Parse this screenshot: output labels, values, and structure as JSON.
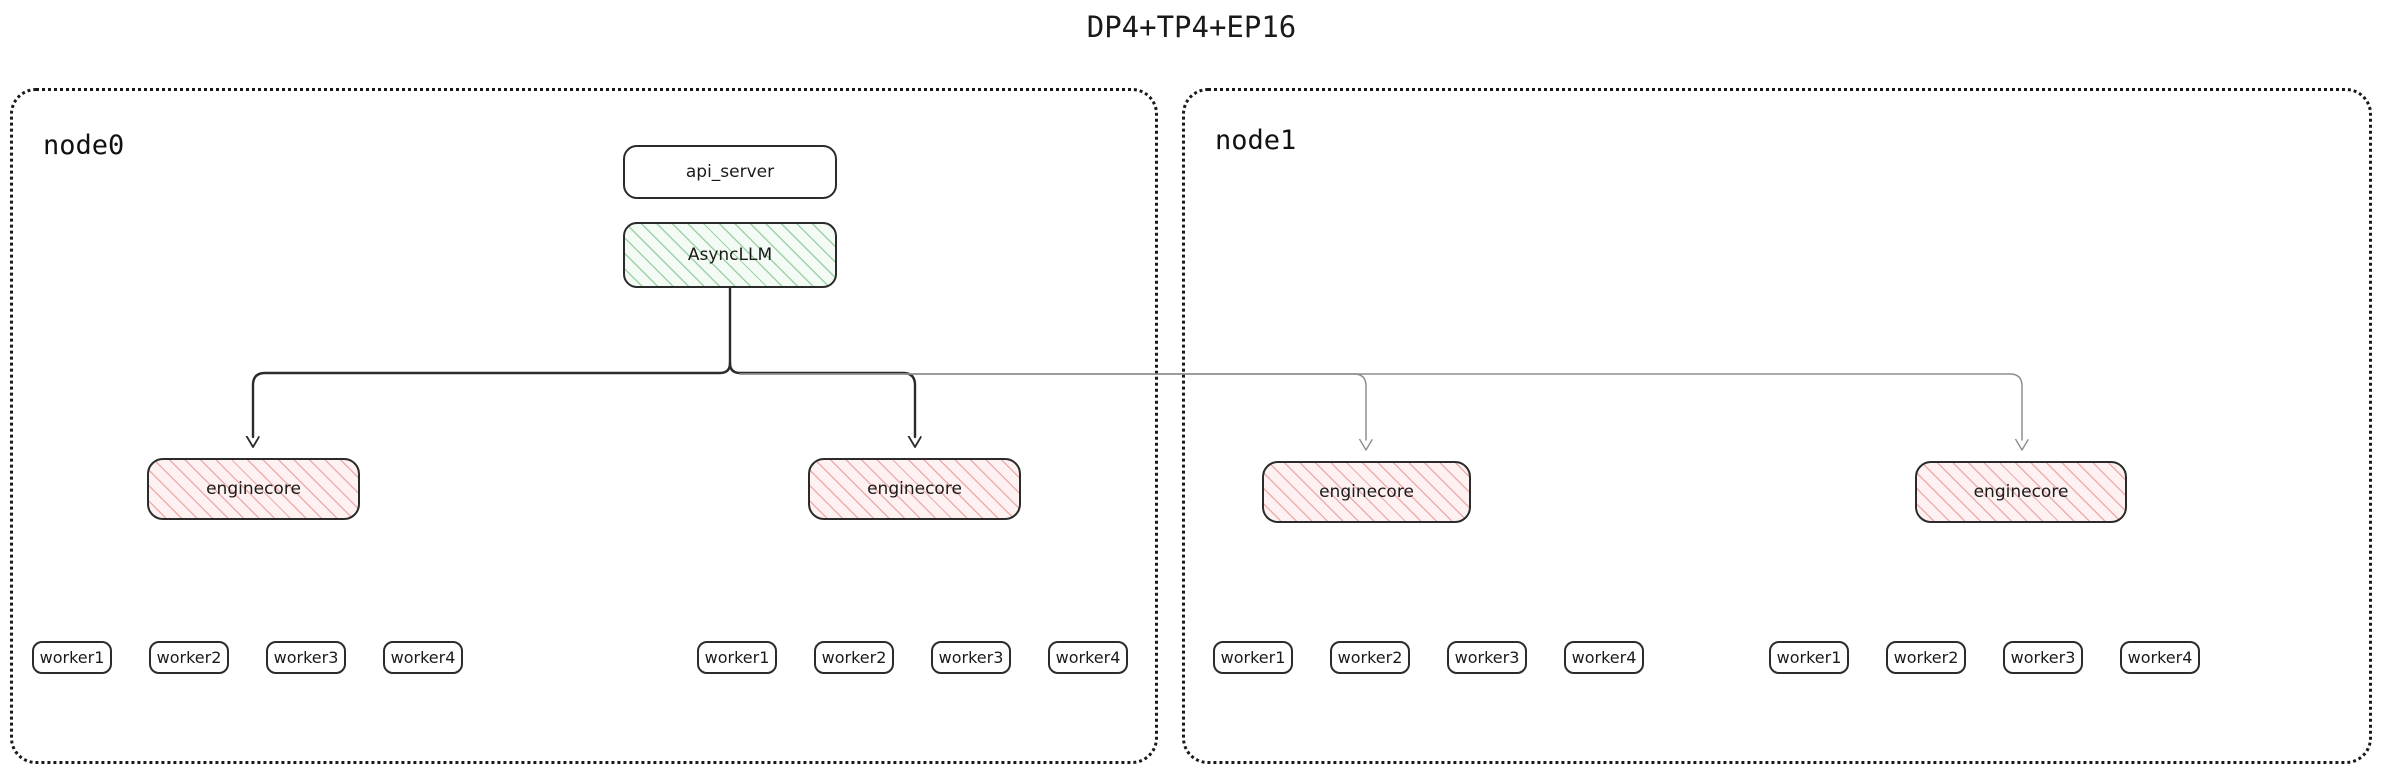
{
  "title": "DP4+TP4+EP16",
  "colors": {
    "ink": "#1a1a1a",
    "edge_dark": "#2b2b2b",
    "edge_light": "#8d8d8d",
    "asyncllm_hatch": "#58b26e",
    "enginecore_hatch": "#e27878",
    "background": "#ffffff"
  },
  "nodes": [
    {
      "id": "node0",
      "label": "node0",
      "processes": {
        "api_server": "api_server",
        "async_llm": "AsyncLLM"
      },
      "engine_cores": [
        {
          "label": "enginecore",
          "workers": [
            "worker1",
            "worker2",
            "worker3",
            "worker4"
          ]
        },
        {
          "label": "enginecore",
          "workers": [
            "worker1",
            "worker2",
            "worker3",
            "worker4"
          ]
        }
      ]
    },
    {
      "id": "node1",
      "label": "node1",
      "engine_cores": [
        {
          "label": "enginecore",
          "workers": [
            "worker1",
            "worker2",
            "worker3",
            "worker4"
          ]
        },
        {
          "label": "enginecore",
          "workers": [
            "worker1",
            "worker2",
            "worker3",
            "worker4"
          ]
        }
      ]
    }
  ]
}
